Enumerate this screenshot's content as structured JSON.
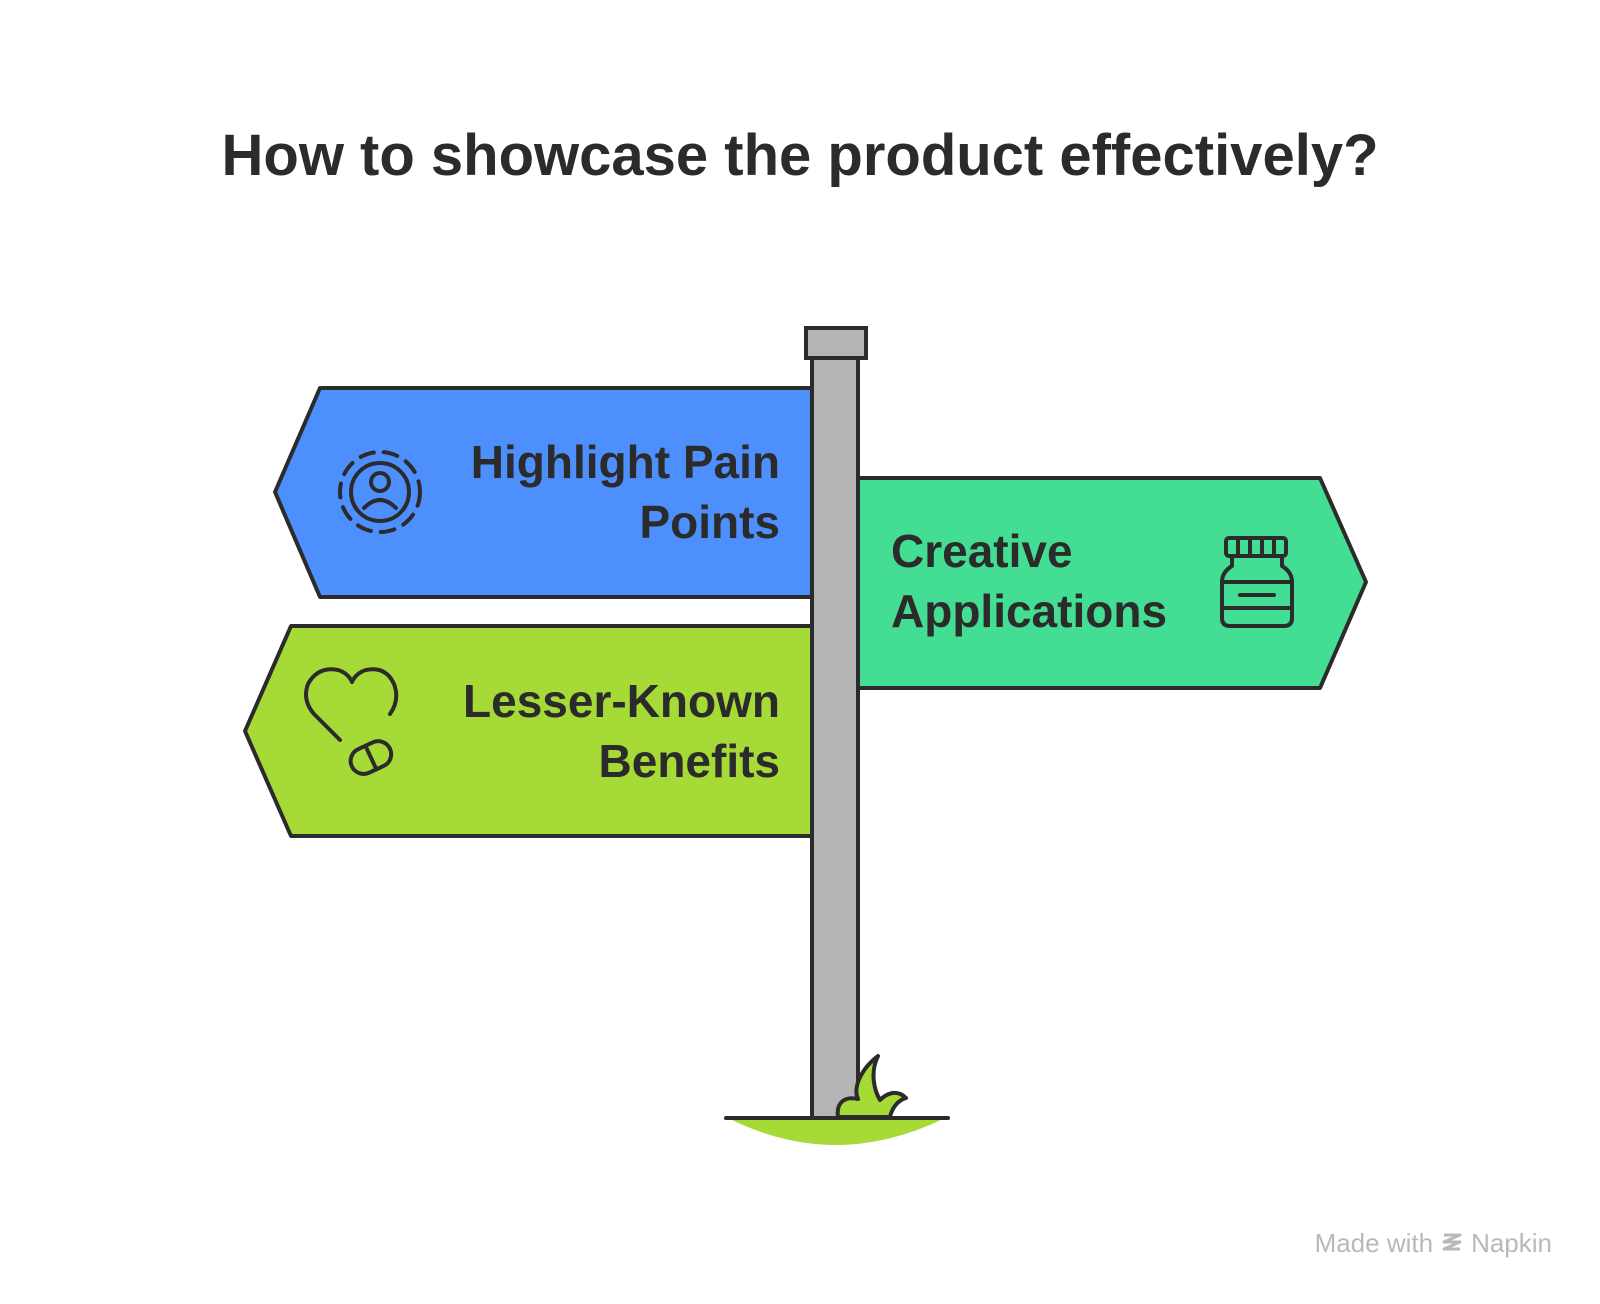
{
  "title": "How to showcase the product effectively?",
  "signs": [
    {
      "id": "pain",
      "line1": "Highlight Pain",
      "line2": "Points",
      "icon": "target-person-icon",
      "color": "#4d8ffc",
      "direction": "left"
    },
    {
      "id": "creative",
      "line1": "Creative",
      "line2": "Applications",
      "icon": "jar-icon",
      "color": "#43dd93",
      "direction": "right"
    },
    {
      "id": "benefits",
      "line1": "Lesser-Known",
      "line2": "Benefits",
      "icon": "heart-pill-icon",
      "color": "#a6da37",
      "direction": "left"
    }
  ],
  "colors": {
    "pole": "#b5b5b5",
    "outline": "#2b2b2b",
    "grass": "#a6da37"
  },
  "watermark": {
    "prefix": "Made with",
    "brand": "Napkin"
  }
}
